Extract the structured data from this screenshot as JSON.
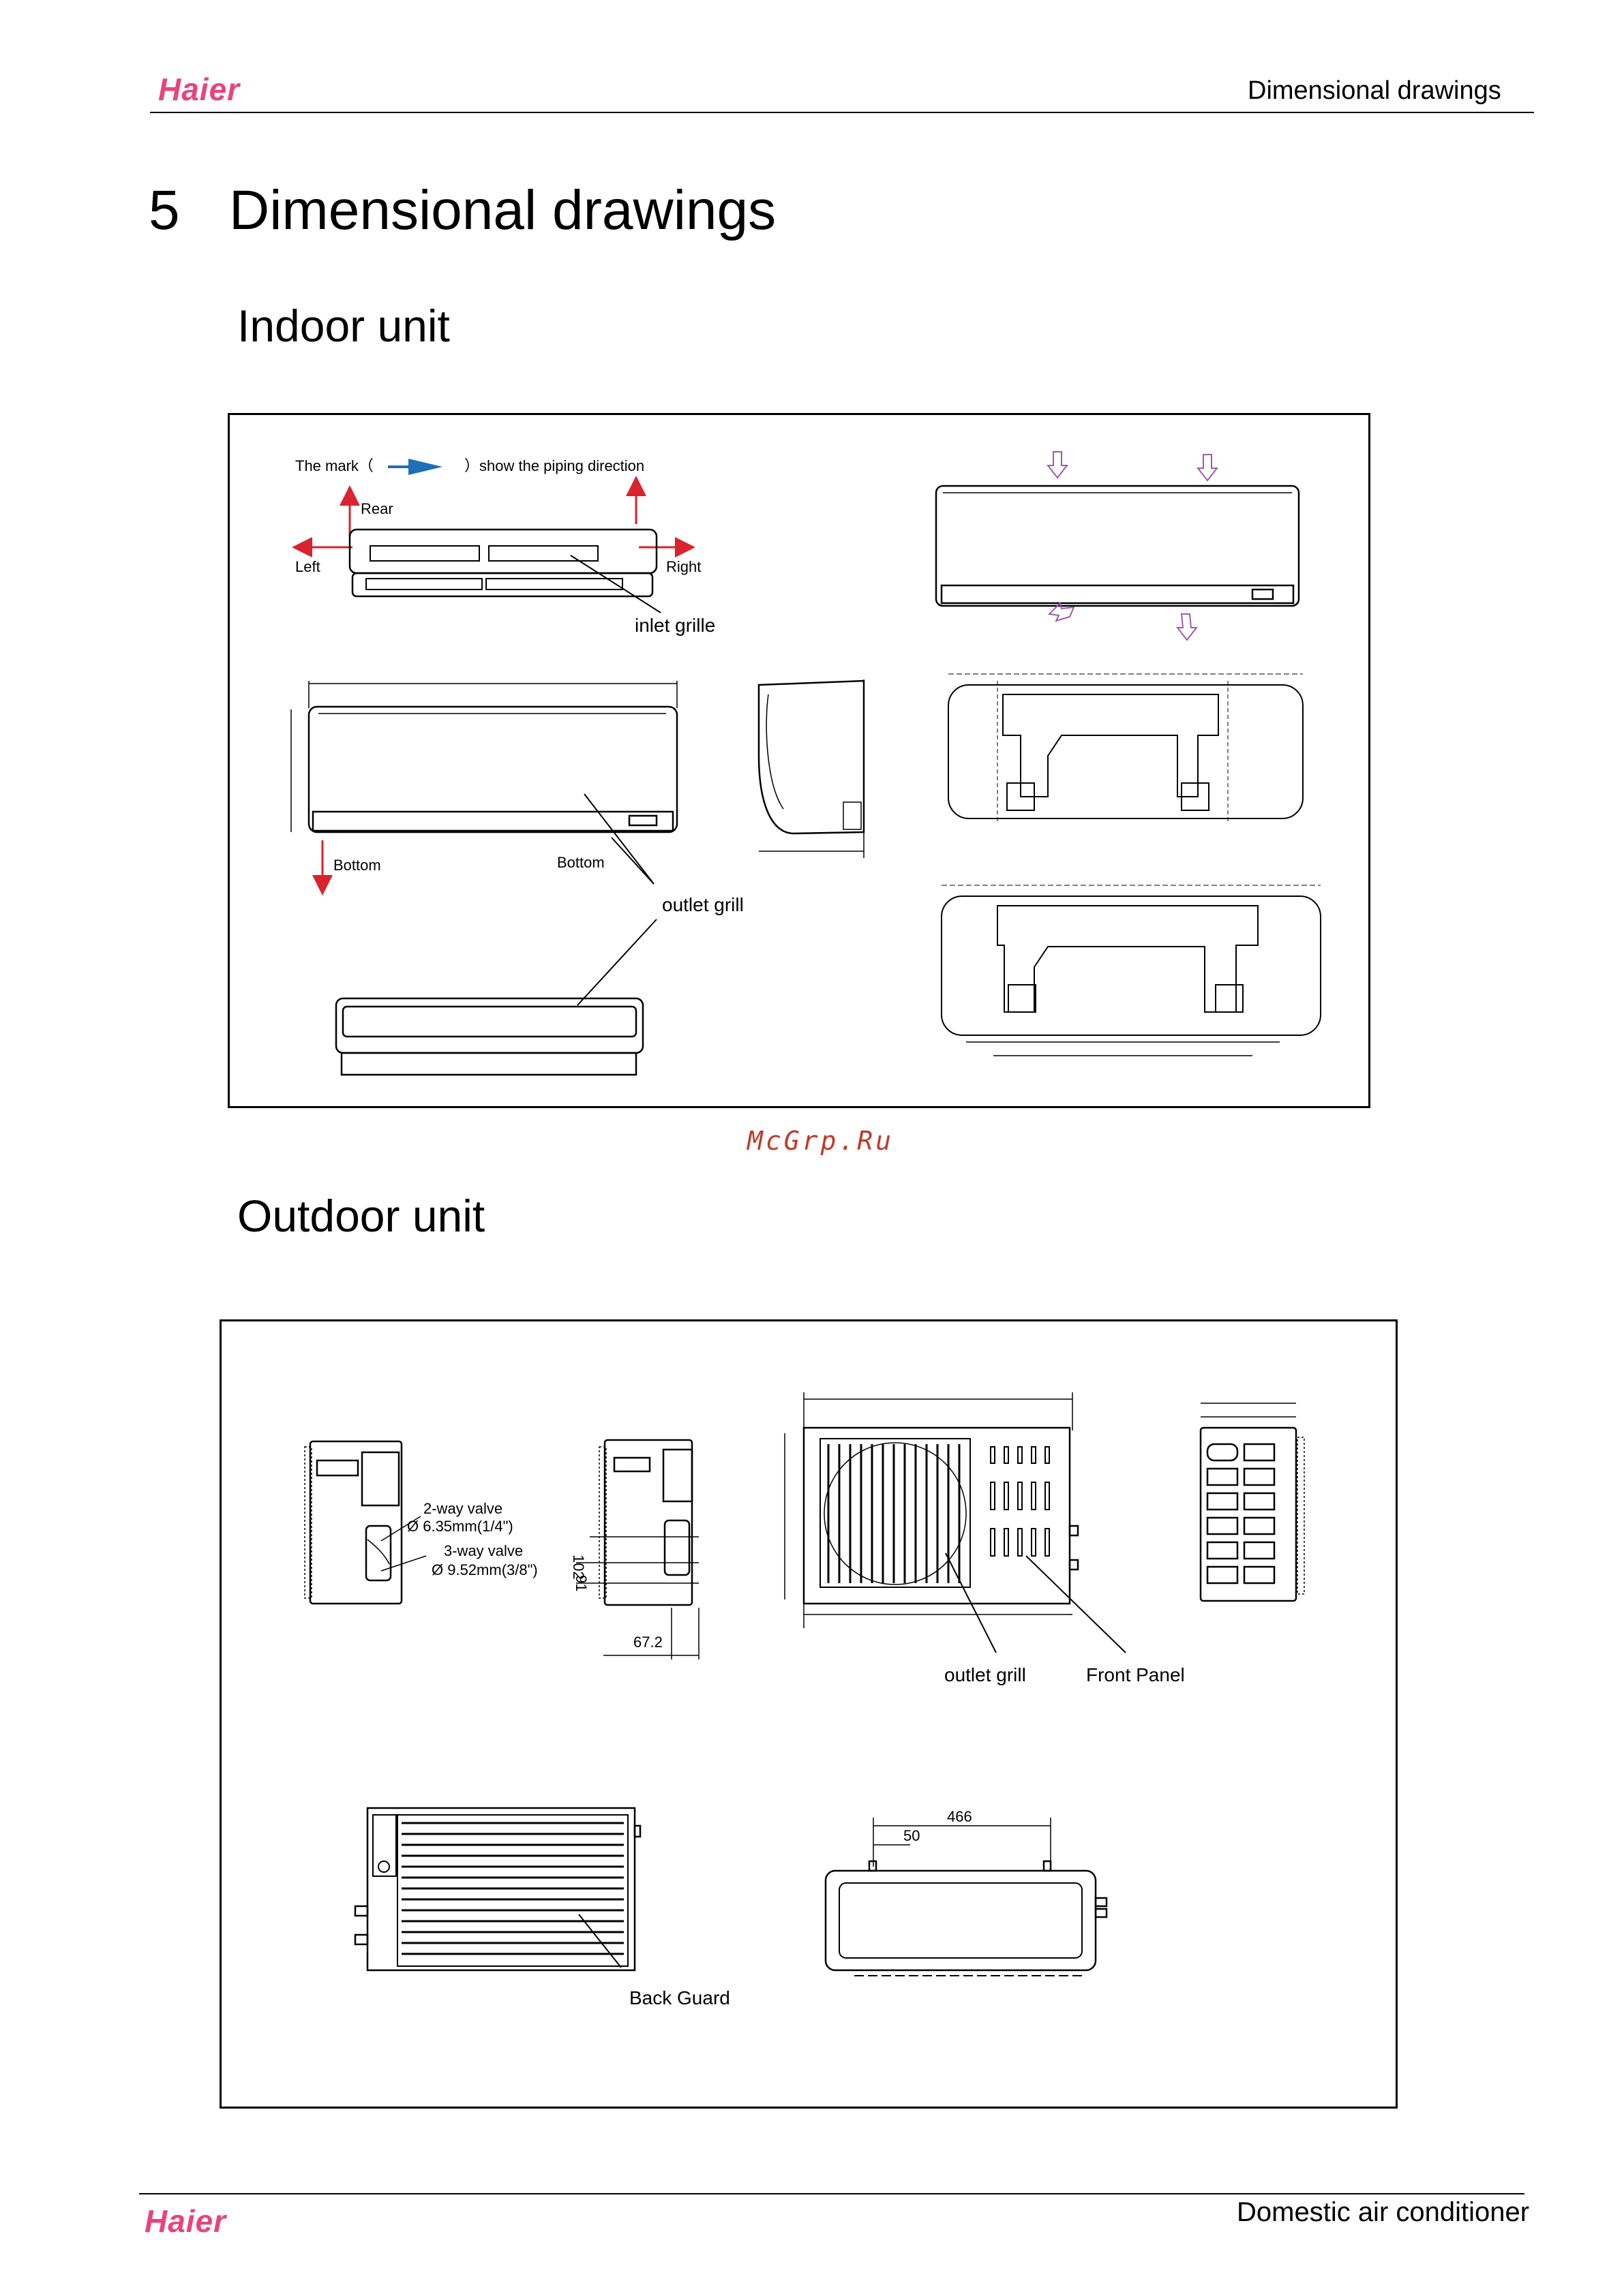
{
  "header": {
    "brand": "Haier",
    "section": "Dimensional drawings"
  },
  "title": {
    "number": "5",
    "text": "Dimensional drawings"
  },
  "indoor": {
    "heading": "Indoor unit",
    "piping_note_prefix": "The mark（",
    "piping_note_suffix": "）show the piping direction",
    "rear": "Rear",
    "left": "Left",
    "right": "Right",
    "inlet": "inlet grille",
    "bottom1": "Bottom",
    "bottom2": "Bottom",
    "outlet": "outlet grill"
  },
  "watermark": "McGrp.Ru",
  "outdoor": {
    "heading": "Outdoor unit",
    "valve2": "2-way valve",
    "valve2_size": "Ø 6.35mm(1/4\")",
    "valve3": "3-way valve",
    "valve3_size": "Ø 9.52mm(3/8\")",
    "dim_102": "102",
    "dim_91": "91",
    "dim_672": "67.2",
    "outlet": "outlet grill",
    "front_panel": "Front Panel",
    "back_guard": "Back Guard",
    "dim_466": "466",
    "dim_50": "50"
  },
  "footer": {
    "brand": "Haier",
    "text": "Domestic air conditioner"
  },
  "colors": {
    "brand": "#e8447a",
    "arrow_red": "#d9232e",
    "arrow_blue": "#1f6fb5",
    "arrow_purple": "#a05aa8",
    "watermark": "#c0392b"
  }
}
